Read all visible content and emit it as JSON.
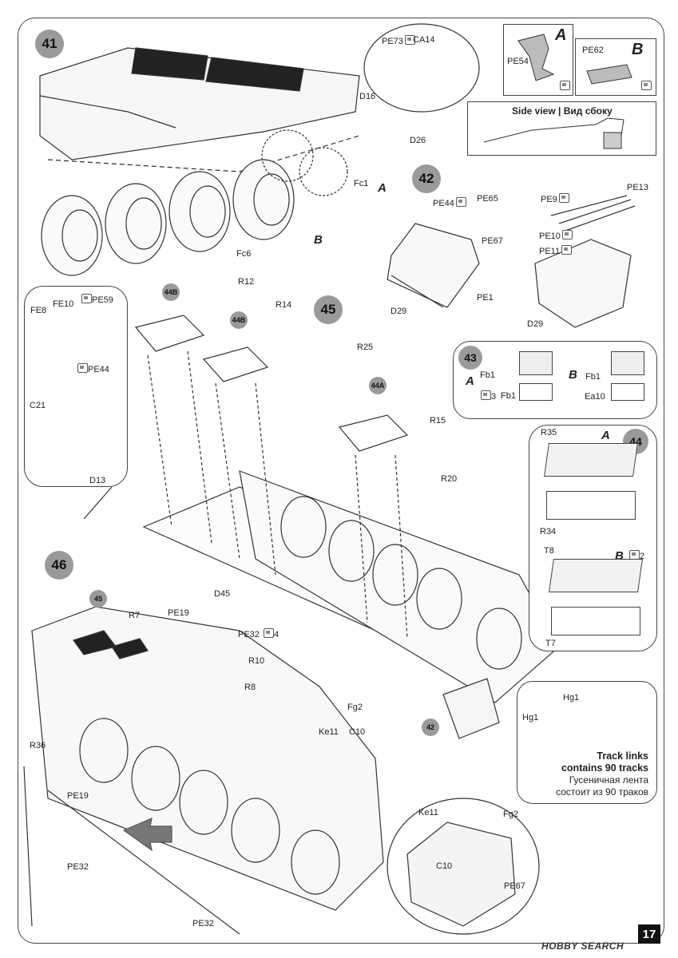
{
  "steps": {
    "s41": "41",
    "s42": "42",
    "s43": "43",
    "s44": "44",
    "s45": "45",
    "s46": "46",
    "ref44B_1": "44B",
    "ref44B_2": "44B",
    "ref44A": "44A",
    "ref45": "45",
    "ref42": "42"
  },
  "labels": {
    "pe73": "PE73",
    "ca14": "CA14",
    "d16": "D16",
    "d26": "D26",
    "fc1": "Fc1",
    "a41": "A",
    "b41": "B",
    "fc6": "Fc6",
    "pe54": "PE54",
    "a_box": "A",
    "pe62": "PE62",
    "b_box": "B",
    "side_view": "Side view",
    "vid_sboku": "Вид сбоку",
    "pe44_42": "PE44",
    "pe65": "PE65",
    "pe67_42": "PE67",
    "d29_a": "D29",
    "pe1": "PE1",
    "pe9": "PE9",
    "pe13": "PE13",
    "pe10": "PE10",
    "pe11": "PE11",
    "d29_b": "D29",
    "fe8": "FE8",
    "fe10": "FE10",
    "pe59": "PE59",
    "pe44_l": "PE44",
    "c21": "C21",
    "d13": "D13",
    "r12": "R12",
    "r14": "R14",
    "r25": "R25",
    "r15": "R15",
    "r20": "R20",
    "d45": "D45",
    "a43": "A",
    "fb1_a": "Fb1",
    "fb1_a2": "Fb1",
    "x3": "3",
    "b43": "B",
    "fb1_b": "Fb1",
    "ea10": "Ea10",
    "r35": "R35",
    "a44": "A",
    "r34": "R34",
    "t8": "T8",
    "b44": "B",
    "x2": "2",
    "t7": "T7",
    "r7": "R7",
    "pe19": "PE19",
    "pe32": "PE32",
    "x4": "4",
    "r10": "R10",
    "r8": "R8",
    "fg2": "Fg2",
    "ke11": "Ke11",
    "c10": "C10",
    "r36": "R36",
    "pe19b": "PE19",
    "pe32b": "PE32",
    "pe32c": "PE32",
    "hg1a": "Hg1",
    "hg1b": "Hg1",
    "ke11b": "Ke11",
    "fg2b": "Fg2",
    "c10b": "C10",
    "pe67b": "PE67"
  },
  "track_note": {
    "en1": "Track links",
    "en2": "contains 90 tracks",
    "ru1": "Гусеничная лента",
    "ru2": "состоит из 90 траков"
  },
  "page_number": "17",
  "watermark": "HOBBY SEARCH"
}
